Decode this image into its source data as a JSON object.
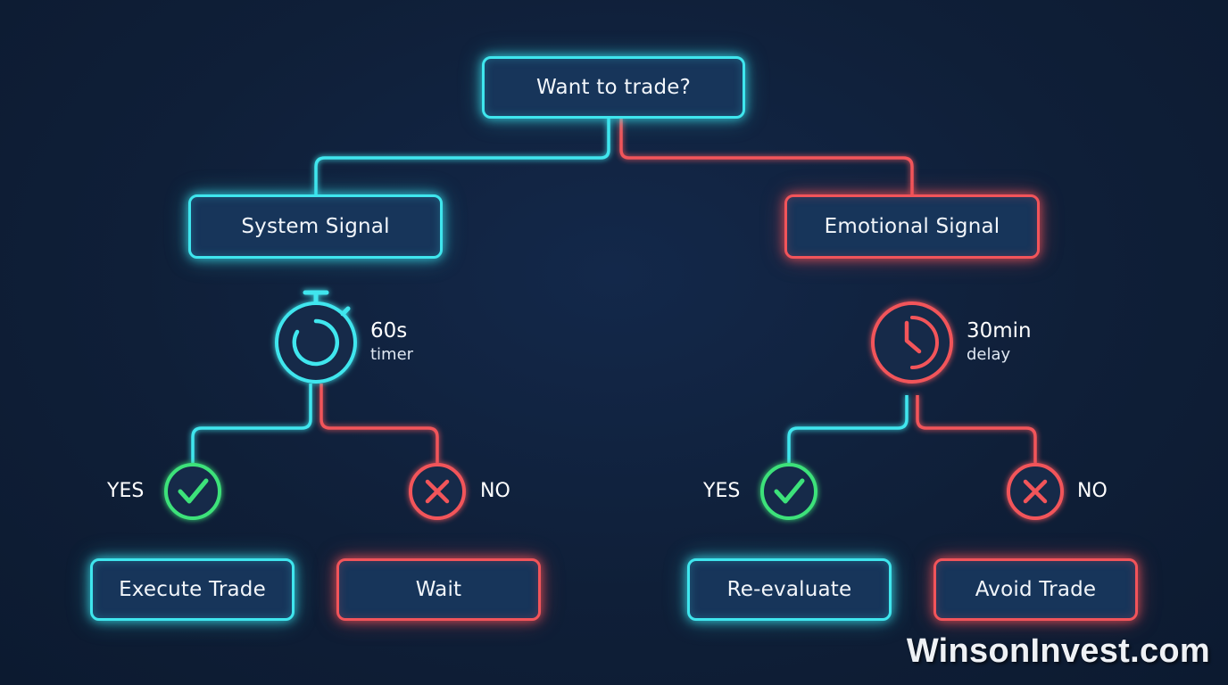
{
  "root": {
    "label": "Want to trade?"
  },
  "branches": {
    "system": {
      "label": "System Signal",
      "timer": {
        "value": "60s",
        "unit": "timer"
      },
      "yes": {
        "label": "YES",
        "outcome": "Execute Trade"
      },
      "no": {
        "label": "NO",
        "outcome": "Wait"
      }
    },
    "emotional": {
      "label": "Emotional Signal",
      "timer": {
        "value": "30min",
        "unit": "delay"
      },
      "yes": {
        "label": "YES",
        "outcome": "Re-evaluate"
      },
      "no": {
        "label": "NO",
        "outcome": "Avoid Trade"
      }
    }
  },
  "colors": {
    "cyan": "#3fe6ee",
    "red": "#f2545a",
    "green": "#3ee27a",
    "background": "#0f1e36",
    "box_fill": "#17355a"
  },
  "icons": {
    "system_timer": "stopwatch-icon",
    "emotional_timer": "clock-icon",
    "yes": "check-icon",
    "no": "x-icon"
  },
  "watermark": "WinsonInvest.com"
}
